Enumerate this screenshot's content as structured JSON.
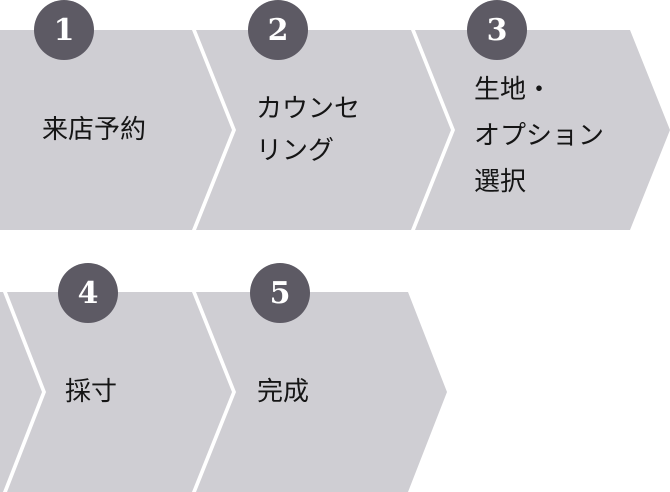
{
  "colors": {
    "chevron": "#cfced3",
    "badge": "#5d5a64",
    "text": "#151515"
  },
  "steps": [
    {
      "number": "1",
      "lines": [
        "来店予約"
      ]
    },
    {
      "number": "2",
      "lines": [
        "カウンセ",
        "リング"
      ]
    },
    {
      "number": "3",
      "lines": [
        "生地・",
        "オプション",
        "選択"
      ]
    },
    {
      "number": "4",
      "lines": [
        "採寸"
      ]
    },
    {
      "number": "5",
      "lines": [
        "完成"
      ]
    }
  ]
}
